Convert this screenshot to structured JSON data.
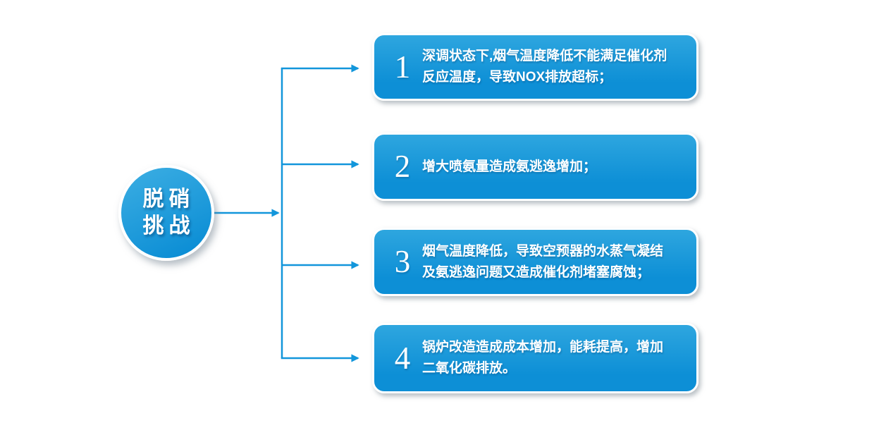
{
  "colors": {
    "accent": "#1296db",
    "box_gradient_top": "#2ea6df",
    "box_gradient_bottom": "#0d8fd6",
    "hub_gradient_top": "#36aae1",
    "hub_gradient_bottom": "#0c8ed5",
    "text": "#ffffff"
  },
  "hub": {
    "line1": "脱硝",
    "line2": "挑战"
  },
  "challenges": [
    {
      "number": "1",
      "text": "深调状态下,烟气温度降低不能满足催化剂反应温度，导致NOX排放超标；"
    },
    {
      "number": "2",
      "text": "增大喷氨量造成氨逃逸增加；"
    },
    {
      "number": "3",
      "text": "烟气温度降低，导致空预器的水蒸气凝结及氨逃逸问题又造成催化剂堵塞腐蚀；"
    },
    {
      "number": "4",
      "text": "锅炉改造造成成本增加，能耗提高，增加二氧化碳排放。"
    }
  ]
}
